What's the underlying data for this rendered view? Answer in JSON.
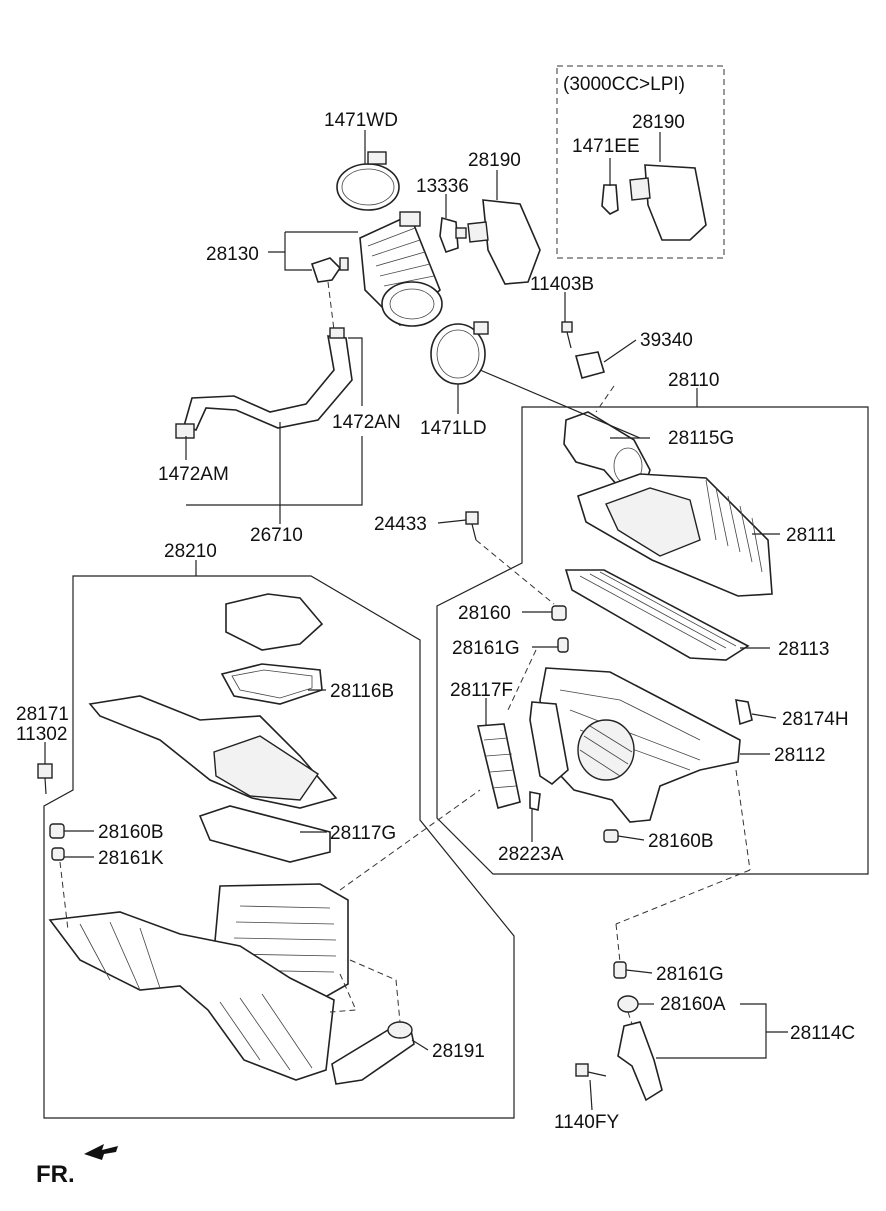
{
  "diagram": {
    "variant_note": "(3000CC>LPI)",
    "orientation": "FR.",
    "labels": {
      "p1471WD": "1471WD",
      "p13336": "13336",
      "p28190a": "28190",
      "p28190b": "28190",
      "p1471EE": "1471EE",
      "p28130": "28130",
      "p11403B": "11403B",
      "p39340": "39340",
      "p1472AN": "1472AN",
      "p1471LD": "1471LD",
      "p28110": "28110",
      "p28115G": "28115G",
      "p1472AM": "1472AM",
      "p26710": "26710",
      "p24433": "24433",
      "p28111": "28111",
      "p28210": "28210",
      "p28160": "28160",
      "p28113": "28113",
      "p28161G_a": "28161G",
      "p28116B": "28116B",
      "p28117F": "28117F",
      "p28171": "28171",
      "p11302": "11302",
      "p28174H": "28174H",
      "p28112": "28112",
      "p28160B_a": "28160B",
      "p28117G": "28117G",
      "p28161K": "28161K",
      "p28223A": "28223A",
      "p28160B_b": "28160B",
      "p28161G_b": "28161G",
      "p28160A": "28160A",
      "p28114C": "28114C",
      "p28191": "28191",
      "p1140FY": "1140FY"
    }
  }
}
